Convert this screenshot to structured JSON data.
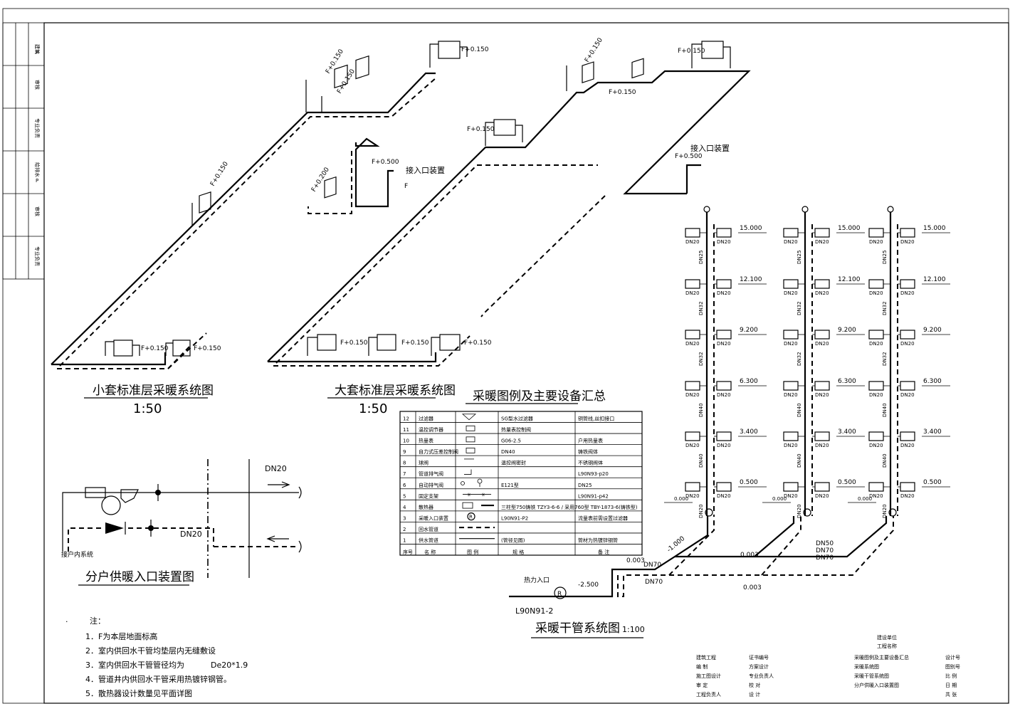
{
  "title_strip": {
    "cells": [
      "建筑",
      "P",
      "审核",
      "专业负责",
      "给排水",
      "P",
      "审核",
      "专业负责"
    ]
  },
  "small_unit": {
    "title": "小套标准层采暖系统图",
    "scale": "1:50",
    "elev_a": "F+0.150",
    "elev_b": "F+0.150",
    "elev_c": "F+0.150",
    "elev_d": "F+0.150",
    "elev_e": "F+0.150",
    "elev_f": "F+0.150",
    "elev_g": "F+0.500",
    "entry": "接入口装置",
    "floor": "F",
    "elev_h": "F+0.200"
  },
  "large_unit": {
    "title": "大套标准层采暖系统图",
    "scale": "1:50",
    "elev_a": "F+0.150",
    "elev_b": "F+0.150",
    "elev_c": "F+0.150",
    "elev_d": "F+0.150",
    "elev_e": "F+0.150",
    "elev_f": "F+0.150",
    "elev_g": "F+0.150",
    "elev_h": "F+0.500",
    "entry": "接入口装置"
  },
  "entry_device": {
    "title": "分户供暖入口装置图",
    "dn_supply": "DN20",
    "dn_return": "DN20",
    "note": "接户内系统"
  },
  "legend": {
    "title": "采暖图例及主要设备汇总",
    "header": [
      "序号",
      "名 称",
      "图 例",
      "规 格",
      "备 注"
    ],
    "rows": [
      [
        "12",
        "过滤器",
        "",
        "SG型水过滤器",
        "铜管线,丝扣接口"
      ],
      [
        "11",
        "温控调节器",
        "",
        "热量表控制阀",
        ""
      ],
      [
        "10",
        "热量表",
        "",
        "G06-2.5",
        "户用热量表"
      ],
      [
        "9",
        "自力式压差控制阀",
        "",
        "DN40",
        "铸铁阀体"
      ],
      [
        "8",
        "球阀",
        "",
        "温控阀密封",
        "不锈钢阀体"
      ],
      [
        "7",
        "管道排气阀",
        "",
        "",
        "L90N93-p20"
      ],
      [
        "6",
        "自动排气阀",
        "",
        "E121型",
        "DN25"
      ],
      [
        "5",
        "固定支架",
        "",
        "",
        "L90N91-p42"
      ],
      [
        "4",
        "散热器",
        "",
        "三柱型750铸铁 TZY3-6-6 / 采用760型 TBY-1873-6(铸铁型)",
        ""
      ],
      [
        "3",
        "采暖入口装置",
        "R",
        "L90N91-P2",
        "流量表前需设置过滤器"
      ],
      [
        "2",
        "回水管道",
        "",
        "",
        ""
      ],
      [
        "1",
        "供水管道",
        "",
        "(管径见图)",
        "管材为热镀锌钢管"
      ]
    ]
  },
  "riser": {
    "title": "采暖干管系统图",
    "scale": "1:100",
    "levels": [
      "15.000",
      "12.100",
      "9.200",
      "6.300",
      "3.400",
      "0.500"
    ],
    "pipe_labels": [
      "DN25",
      "DN32",
      "DN32",
      "DN40",
      "DN40",
      "DN20"
    ],
    "branch": "DN20",
    "base": "0.000",
    "main_labels": [
      "DN50",
      "DN70",
      "DN70"
    ],
    "slope_a": "0.003",
    "slope_b": "0.003",
    "slope_c": "0.003",
    "dn70": "DN70",
    "dn70b": "DN70",
    "elev_main": "-1.000",
    "elev_in": "-2.500",
    "entry": "热力入口",
    "entry_std": "L90N91-2"
  },
  "notes": {
    "heading": "注：",
    "items": [
      "1．F为本层地面标高",
      "2．室内供回水干管均垫层内无缝敷设",
      "3．室内供回水干管管径均为",
      "4．管道井内供回水干管采用热镀锌钢管。",
      "5．散热器设计数量见平面详图"
    ],
    "pipe_spec": "De20*1.9"
  },
  "titleblock": {
    "org": "建设单位",
    "project": "工程名称",
    "col1": [
      "建筑工程",
      "编 制",
      "施工图设计",
      "审 定",
      "工程负责人"
    ],
    "col2": [
      "证书编号",
      "方案设计",
      "专业负责人",
      "校 对",
      "设 计"
    ],
    "col3": [
      "采暖图例及主要设备汇总",
      "采暖系统图",
      "采暖干管系统图",
      "分户供暖入口装置图"
    ],
    "col4": [
      "设计号",
      "图别号",
      "比 例",
      "日 期",
      "共 张"
    ]
  }
}
